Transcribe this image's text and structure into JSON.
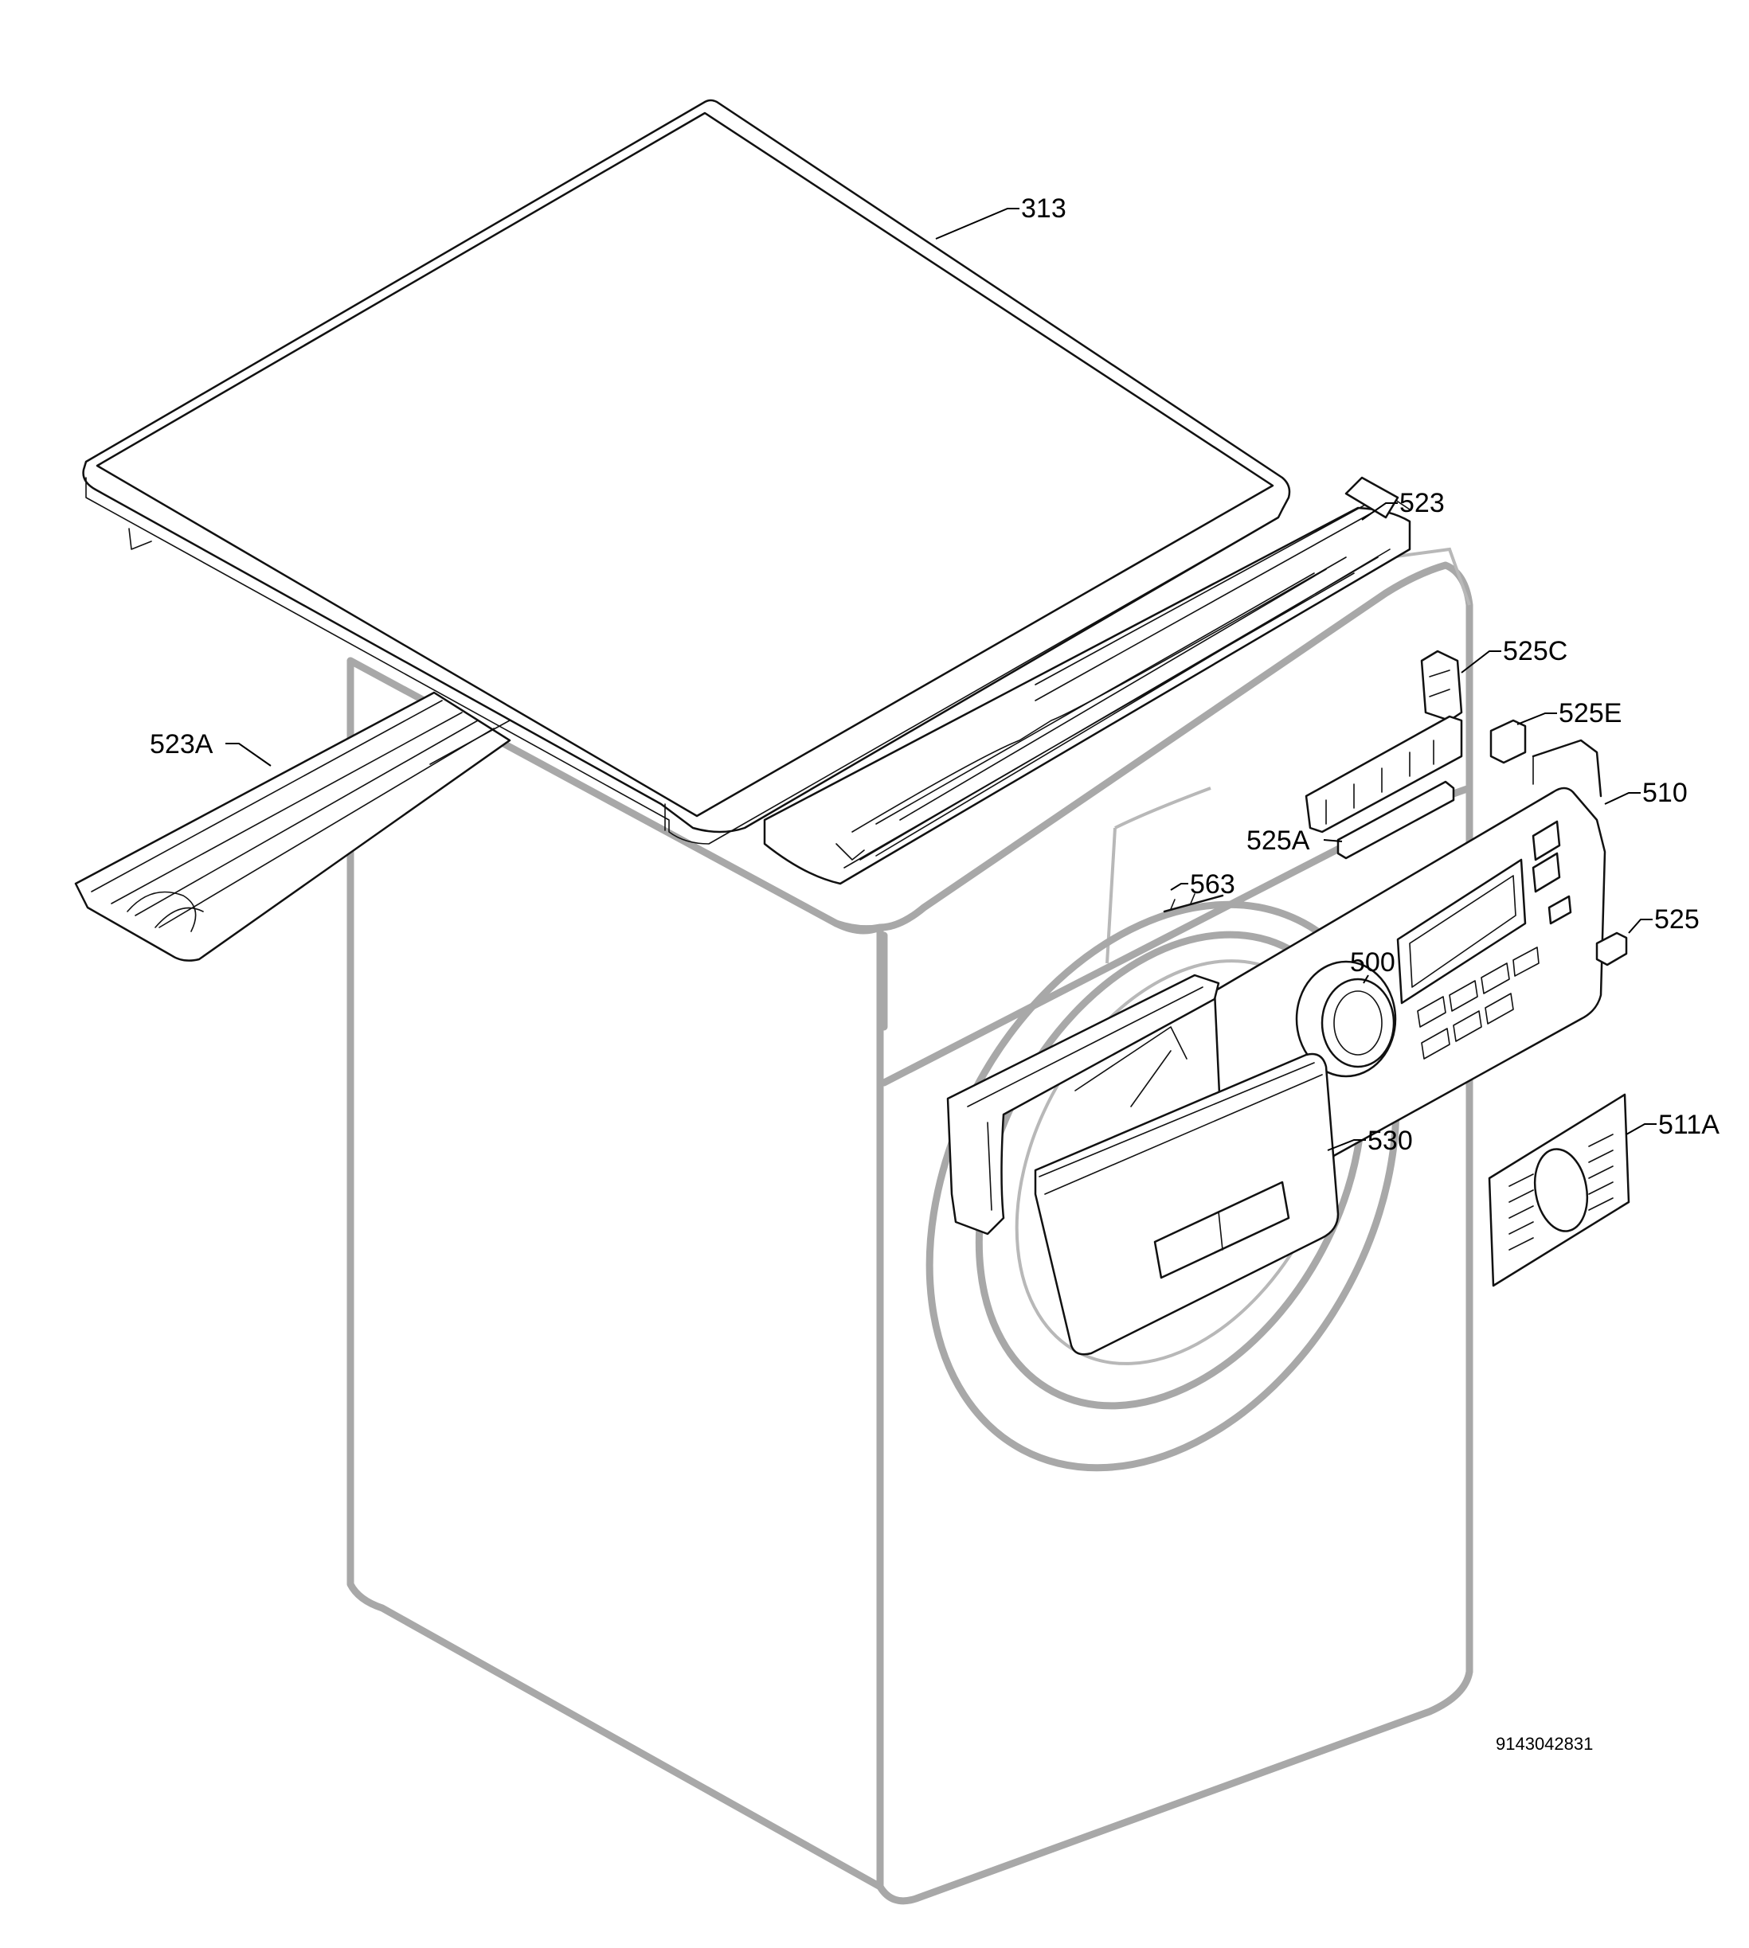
{
  "callouts": [
    {
      "id": "313",
      "text": "313"
    },
    {
      "id": "523",
      "text": "523"
    },
    {
      "id": "523A",
      "text": "523A"
    },
    {
      "id": "525C",
      "text": "525C"
    },
    {
      "id": "525E",
      "text": "525E"
    },
    {
      "id": "510",
      "text": "510"
    },
    {
      "id": "525A",
      "text": "525A"
    },
    {
      "id": "563",
      "text": "563"
    },
    {
      "id": "525",
      "text": "525"
    },
    {
      "id": "500",
      "text": "500"
    },
    {
      "id": "530",
      "text": "530"
    },
    {
      "id": "511A",
      "text": "511A"
    }
  ],
  "drawing_code": "9143042831",
  "colors": {
    "outline": "#111111",
    "ghost_body": "#a8a8a8",
    "background": "#ffffff"
  }
}
